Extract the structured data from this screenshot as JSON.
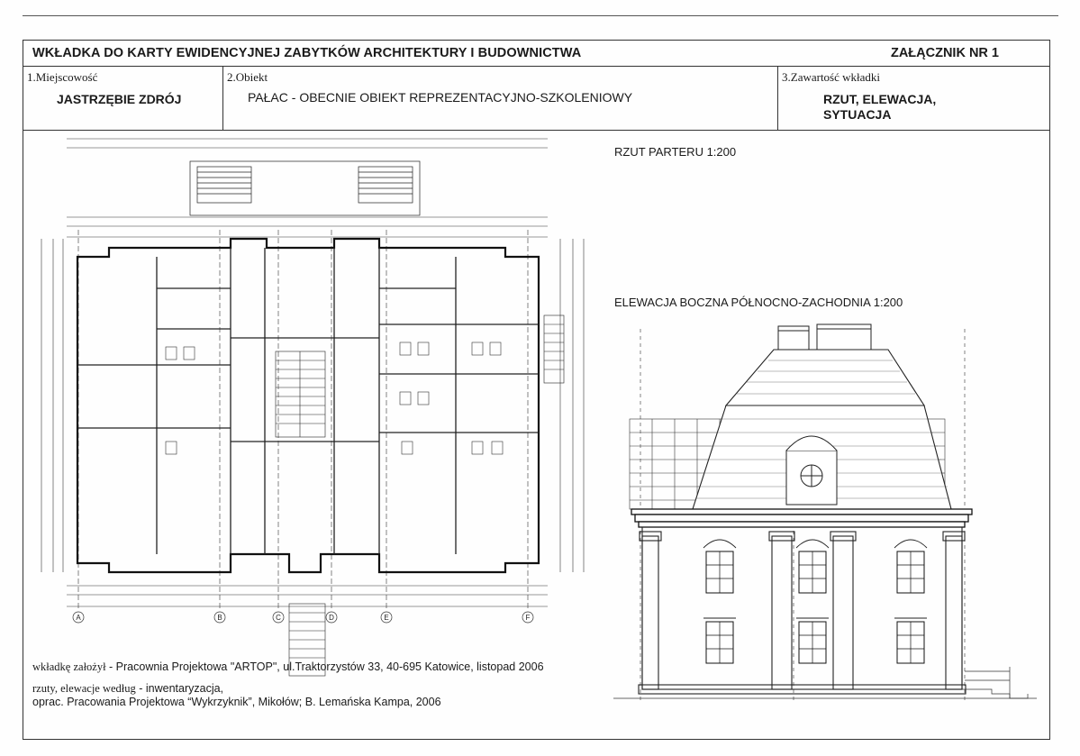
{
  "header": {
    "title": "WKŁADKA DO KARTY EWIDENCYJNEJ ZABYTKÓW ARCHITEKTURY I BUDOWNICTWA",
    "attachment": "ZAŁĄCZNIK NR 1"
  },
  "fields": {
    "locality_label": "1.Miejscowość",
    "locality_value": "JASTRZĘBIE ZDRÓJ",
    "object_label": "2.Obiekt",
    "object_value": "PAŁAC - OBECNIE OBIEKT REPREZENTACYJNO-SZKOLENIOWY",
    "contents_label": "3.Zawartość wkładki",
    "contents_line1": "RZUT, ELEWACJA,",
    "contents_line2": "SYTUACJA"
  },
  "drawings": {
    "plan_title": "RZUT PARTERU 1:200",
    "elevation_title": "ELEWACJA BOCZNA PÓŁNOCNO-ZACHODNIA 1:200",
    "axis_labels": [
      "A",
      "B",
      "C",
      "D",
      "E",
      "F"
    ]
  },
  "footer": {
    "prepared_prefix": "wkładkę założył",
    "prepared_rest": " - Pracownia Projektowa \"ARTOP\", ul.Traktorzystów 33, 40-695 Katowice, listopad  2006",
    "source_prefix": "rzuty, elewacje według",
    "source_rest": " - inwentaryzacja,",
    "source_line2": "oprac. Pracowania Projektowa “Wykrzyknik”, Mikołów; B. Lemańska Kampa, 2006"
  }
}
